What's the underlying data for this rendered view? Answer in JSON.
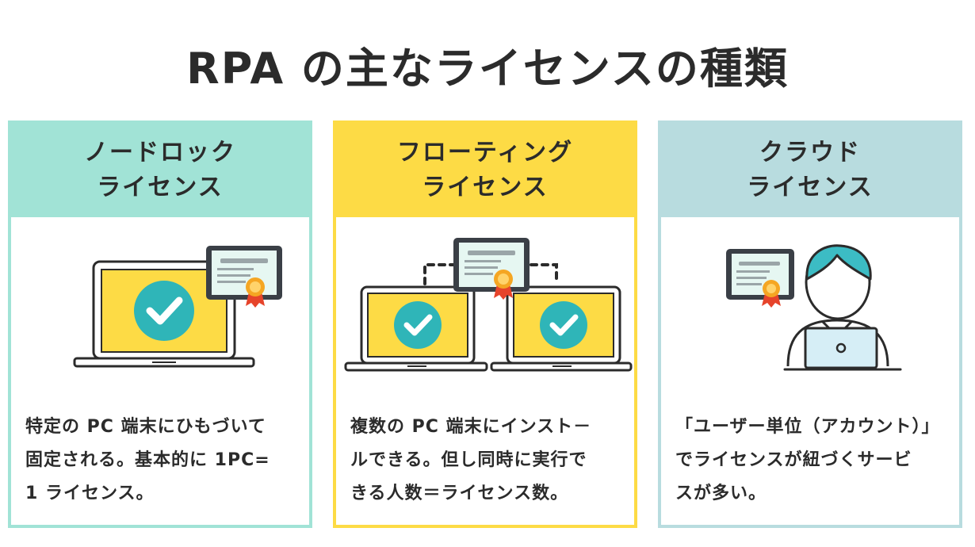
{
  "title": "RPA の主なライセンスの種類",
  "cards": [
    {
      "heading_line1": "ノードロック",
      "heading_line2": "ライセンス",
      "desc_lines": [
        "特定の PC 端末にひもづいて",
        "固定される。基本的に 1PC=",
        "1 ライセンス。"
      ]
    },
    {
      "heading_line1": "フローティング",
      "heading_line2": "ライセンス",
      "desc_lines": [
        "複数の PC 端末にインスト－",
        "ルできる。但し同時に実行で",
        "きる人数＝ライセンス数。"
      ]
    },
    {
      "heading_line1": "クラウド",
      "heading_line2": "ライセンス",
      "desc_lines": [
        "「ユーザー単位（アカウント）」",
        "でライセンスが紐づくサービ",
        "スが多い。"
      ]
    }
  ],
  "colors": {
    "teal_header": "#a1e3d6",
    "yellow_header": "#fddb45",
    "blue_header": "#b8dcdf",
    "screen_yellow": "#fddb45",
    "check_circle": "#2fb5b8",
    "certificate_paper": "#e6f7f2",
    "certificate_frame": "#3a3f46",
    "medal": "#f5a623",
    "ribbon": "#e6442b",
    "hair": "#3cbcc4",
    "laptop_screen": "#d6eef6"
  },
  "icons": [
    "laptop-icon",
    "check-icon",
    "certificate-icon",
    "medal-icon",
    "person-icon"
  ]
}
